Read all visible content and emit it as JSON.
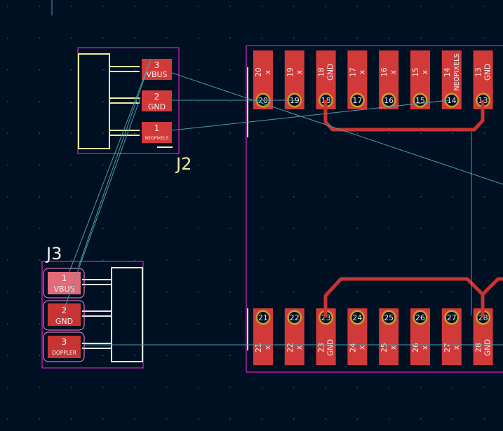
{
  "colors": {
    "background": "#001023",
    "pad": "#c83434",
    "pad_top": "#d23a3a",
    "pad_text": "#f2f2f2",
    "via_ring": "#c8a02a",
    "silkscreen": "#f2eda1",
    "courtyard": "#ff26e2",
    "ratsnest": "#4a9ea8",
    "white_outline": "#e8e8e8"
  },
  "j2": {
    "ref": "J2",
    "pins": [
      {
        "num": "3",
        "net": "VBUS"
      },
      {
        "num": "2",
        "net": "GND"
      },
      {
        "num": "1",
        "net": "NEOPIXELS"
      }
    ]
  },
  "j3": {
    "ref": "J3",
    "pins": [
      {
        "num": "1",
        "net": "VBUS"
      },
      {
        "num": "2",
        "net": "GND"
      },
      {
        "num": "3",
        "net": "DOPPLER"
      }
    ]
  },
  "u_top_pads": [
    {
      "num": "20",
      "net": "x",
      "hole": "20"
    },
    {
      "num": "19",
      "net": "x",
      "hole": "19"
    },
    {
      "num": "18",
      "net": "GND",
      "hole": "18"
    },
    {
      "num": "17",
      "net": "x",
      "hole": "17"
    },
    {
      "num": "16",
      "net": "x",
      "hole": "16"
    },
    {
      "num": "15",
      "net": "x",
      "hole": "15"
    },
    {
      "num": "14",
      "net": "NEOPIXELS",
      "hole": "14"
    },
    {
      "num": "13",
      "net": "GND",
      "hole": "13"
    }
  ],
  "u_bottom_pads": [
    {
      "num": "21",
      "net": "x",
      "hole": "21"
    },
    {
      "num": "22",
      "net": "x",
      "hole": "22"
    },
    {
      "num": "23",
      "net": "GND",
      "hole": "23"
    },
    {
      "num": "24",
      "net": "x",
      "hole": "24"
    },
    {
      "num": "25",
      "net": "x",
      "hole": "25"
    },
    {
      "num": "26",
      "net": "x",
      "hole": "26"
    },
    {
      "num": "27",
      "net": "x",
      "hole": "27"
    },
    {
      "num": "28",
      "net": "GND",
      "hole": "28"
    }
  ]
}
